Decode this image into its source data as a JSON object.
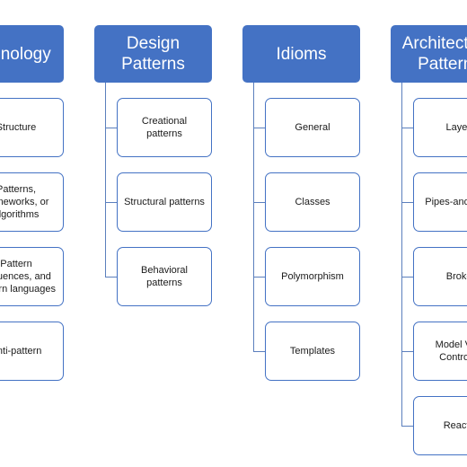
{
  "columns": [
    {
      "header": "Terminology",
      "items": [
        "Structure",
        "Patterns,\nframeworks, or\nalgorithms",
        "Pattern\nsequences, and\npattern languages",
        "Anti-pattern"
      ]
    },
    {
      "header": "Design\nPatterns",
      "items": [
        "Creational\npatterns",
        "Structural patterns",
        "Behavioral\npatterns"
      ]
    },
    {
      "header": "Idioms",
      "items": [
        "General",
        "Classes",
        "Polymorphism",
        "Templates"
      ]
    },
    {
      "header": "Architectural\nPatterns",
      "items": [
        "Layers",
        "Pipes-and-filters",
        "Broker",
        "Model View\nController",
        "Reactor"
      ]
    }
  ],
  "colors": {
    "header_fill": "#4472c4",
    "header_text": "#ffffff",
    "node_border": "#4472c4",
    "node_text": "#1a1a1a",
    "connector": "#5b7fbd"
  }
}
